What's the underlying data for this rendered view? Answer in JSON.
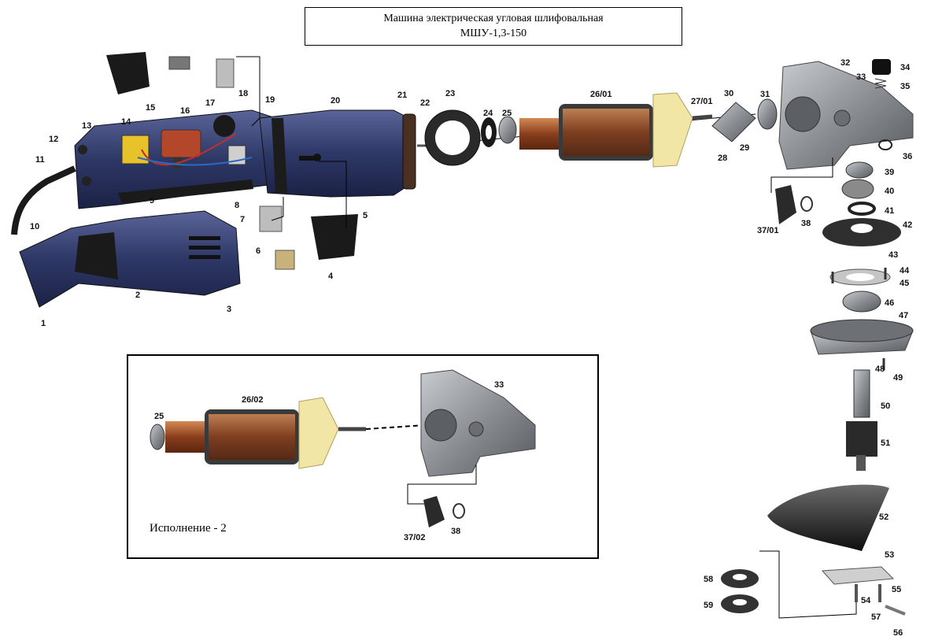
{
  "title": {
    "line1": "Машина электрическая  угловая шлифовальная",
    "line2": "МШУ-1,3-150"
  },
  "inset": {
    "caption": "Исполнение - 2"
  },
  "colors": {
    "housing_blue": "#2e3866",
    "gray_metal": "#8b8f94",
    "dark": "#1f1f1f",
    "copper": "#a0522d",
    "fan": "#f2e6a6"
  },
  "part_labels": [
    {
      "id": "p1",
      "text": "1"
    },
    {
      "id": "p2",
      "text": "2"
    },
    {
      "id": "p3",
      "text": "3"
    },
    {
      "id": "p4",
      "text": "4"
    },
    {
      "id": "p5",
      "text": "5"
    },
    {
      "id": "p6",
      "text": "6"
    },
    {
      "id": "p7",
      "text": "7"
    },
    {
      "id": "p8",
      "text": "8"
    },
    {
      "id": "p9",
      "text": "9"
    },
    {
      "id": "p10",
      "text": "10"
    },
    {
      "id": "p11",
      "text": "11"
    },
    {
      "id": "p12",
      "text": "12"
    },
    {
      "id": "p13",
      "text": "13"
    },
    {
      "id": "p14",
      "text": "14"
    },
    {
      "id": "p15",
      "text": "15"
    },
    {
      "id": "p16",
      "text": "16"
    },
    {
      "id": "p17",
      "text": "17"
    },
    {
      "id": "p18",
      "text": "18"
    },
    {
      "id": "p19",
      "text": "19"
    },
    {
      "id": "p20",
      "text": "20"
    },
    {
      "id": "p21",
      "text": "21"
    },
    {
      "id": "p22",
      "text": "22"
    },
    {
      "id": "p23",
      "text": "23"
    },
    {
      "id": "p24",
      "text": "24"
    },
    {
      "id": "p25",
      "text": "25"
    },
    {
      "id": "p26_01",
      "text": "26/01"
    },
    {
      "id": "p27_01",
      "text": "27/01"
    },
    {
      "id": "p28",
      "text": "28"
    },
    {
      "id": "p29",
      "text": "29"
    },
    {
      "id": "p30",
      "text": "30"
    },
    {
      "id": "p31",
      "text": "31"
    },
    {
      "id": "p32",
      "text": "32"
    },
    {
      "id": "p33",
      "text": "33"
    },
    {
      "id": "p34",
      "text": "34"
    },
    {
      "id": "p35",
      "text": "35"
    },
    {
      "id": "p36",
      "text": "36"
    },
    {
      "id": "p37_01",
      "text": "37/01"
    },
    {
      "id": "p38",
      "text": "38"
    },
    {
      "id": "p39",
      "text": "39"
    },
    {
      "id": "p40",
      "text": "40"
    },
    {
      "id": "p41",
      "text": "41"
    },
    {
      "id": "p42",
      "text": "42"
    },
    {
      "id": "p43",
      "text": "43"
    },
    {
      "id": "p44",
      "text": "44"
    },
    {
      "id": "p45",
      "text": "45"
    },
    {
      "id": "p46",
      "text": "46"
    },
    {
      "id": "p47",
      "text": "47"
    },
    {
      "id": "p48",
      "text": "48"
    },
    {
      "id": "p49",
      "text": "49"
    },
    {
      "id": "p50",
      "text": "50"
    },
    {
      "id": "p51",
      "text": "51"
    },
    {
      "id": "p52",
      "text": "52"
    },
    {
      "id": "p53",
      "text": "53"
    },
    {
      "id": "p54",
      "text": "54"
    },
    {
      "id": "p55",
      "text": "55"
    },
    {
      "id": "p56",
      "text": "56"
    },
    {
      "id": "p57",
      "text": "57"
    },
    {
      "id": "p58",
      "text": "58"
    },
    {
      "id": "p59",
      "text": "59"
    },
    {
      "id": "i25",
      "text": "25"
    },
    {
      "id": "i26_02",
      "text": "26/02"
    },
    {
      "id": "i33",
      "text": "33"
    },
    {
      "id": "i37_02",
      "text": "37/02"
    },
    {
      "id": "i38",
      "text": "38"
    }
  ]
}
